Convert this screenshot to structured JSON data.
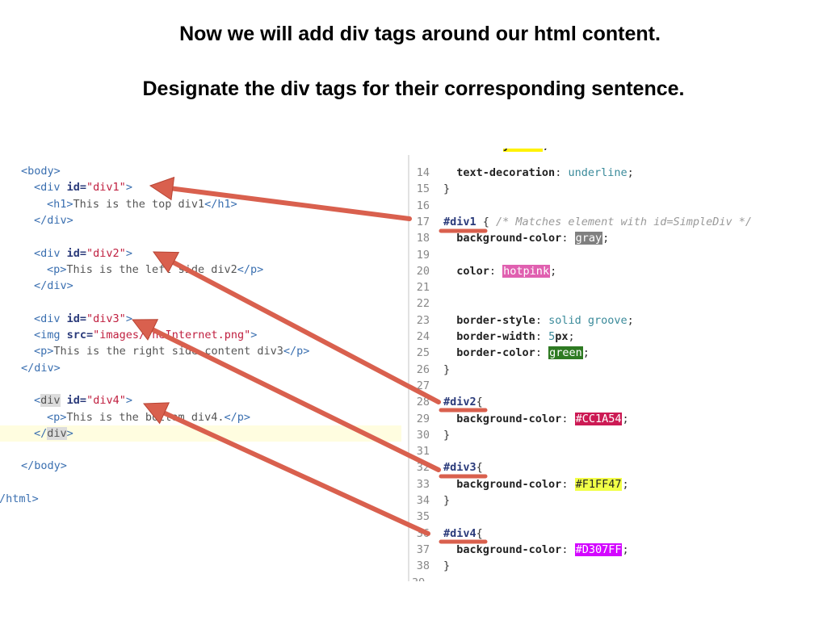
{
  "titles": {
    "line1": "Now we will add div tags around our html content.",
    "line2": "Designate the div tags for their corresponding sentence."
  },
  "left_code": [
    {
      "indent": 1,
      "parts": [
        [
          "tag",
          "<body>"
        ]
      ]
    },
    {
      "indent": 2,
      "parts": [
        [
          "tag",
          "<div "
        ],
        [
          "attr",
          "id="
        ],
        [
          "val",
          "\"div1\""
        ],
        [
          "tag",
          ">"
        ]
      ]
    },
    {
      "indent": 3,
      "parts": [
        [
          "tag",
          "<h1>"
        ],
        [
          "txt",
          "This is the top div1"
        ],
        [
          "tag",
          "</h1>"
        ]
      ]
    },
    {
      "indent": 2,
      "parts": [
        [
          "tag",
          "</div>"
        ]
      ]
    },
    {
      "indent": 0,
      "parts": []
    },
    {
      "indent": 2,
      "parts": [
        [
          "tag",
          "<div "
        ],
        [
          "attr",
          "id="
        ],
        [
          "val",
          "\"div2\""
        ],
        [
          "tag",
          ">"
        ]
      ]
    },
    {
      "indent": 3,
      "parts": [
        [
          "tag",
          "<p>"
        ],
        [
          "txt",
          "This is the left side div2"
        ],
        [
          "tag",
          "</p>"
        ]
      ]
    },
    {
      "indent": 2,
      "parts": [
        [
          "tag",
          "</div>"
        ]
      ]
    },
    {
      "indent": 0,
      "parts": []
    },
    {
      "indent": 2,
      "parts": [
        [
          "tag",
          "<div "
        ],
        [
          "attr",
          "id="
        ],
        [
          "val",
          "\"div3\""
        ],
        [
          "tag",
          ">"
        ]
      ]
    },
    {
      "indent": 2,
      "parts": [
        [
          "tag",
          "<img "
        ],
        [
          "attr",
          "src="
        ],
        [
          "val",
          "\"images/TheInternet.png\""
        ],
        [
          "tag",
          ">"
        ]
      ]
    },
    {
      "indent": 2,
      "parts": [
        [
          "tag",
          "<p>"
        ],
        [
          "txt",
          "This is the right side content div3"
        ],
        [
          "tag",
          "</p>"
        ]
      ]
    },
    {
      "indent": 1,
      "parts": [
        [
          "tag",
          "</div>"
        ]
      ]
    },
    {
      "indent": 0,
      "parts": []
    },
    {
      "indent": 2,
      "parts": [
        [
          "tag",
          "<"
        ],
        [
          "divhl",
          "div"
        ],
        [
          "tag",
          " "
        ],
        [
          "attr",
          "id="
        ],
        [
          "val",
          "\"div4\""
        ],
        [
          "tag",
          ">"
        ]
      ]
    },
    {
      "indent": 3,
      "parts": [
        [
          "tag",
          "<p>"
        ],
        [
          "txt",
          "This is the bottom div4."
        ],
        [
          "tag",
          "</p>"
        ]
      ]
    },
    {
      "indent": 2,
      "parts": [
        [
          "tag",
          "</"
        ],
        [
          "divhl",
          "div"
        ],
        [
          "tag",
          ">"
        ]
      ]
    },
    {
      "indent": 0,
      "parts": []
    },
    {
      "indent": 1,
      "parts": [
        [
          "tag",
          "</body>"
        ]
      ]
    },
    {
      "indent": 0,
      "parts": []
    },
    {
      "indent": 0,
      "parts": [
        [
          "tag",
          "/html>"
        ]
      ]
    }
  ],
  "right_code": [
    {
      "n": "14",
      "parts": [
        [
          "ind",
          "  "
        ],
        [
          "prop",
          "text-decoration"
        ],
        [
          "plain",
          ": "
        ],
        [
          "cval",
          "underline"
        ],
        [
          "plain",
          ";"
        ]
      ]
    },
    {
      "n": "15",
      "parts": [
        [
          "plain",
          "}"
        ]
      ]
    },
    {
      "n": "16",
      "parts": []
    },
    {
      "n": "17",
      "parts": [
        [
          "sel",
          "#div1"
        ],
        [
          "plain",
          " { "
        ],
        [
          "cmt",
          "/* Matches element with id=SimpleDiv */"
        ]
      ]
    },
    {
      "n": "18",
      "parts": [
        [
          "ind",
          "  "
        ],
        [
          "prop",
          "background-color"
        ],
        [
          "plain",
          ": "
        ],
        [
          "sw:#808080:#ffffff",
          "gray"
        ],
        [
          "plain",
          ";"
        ]
      ]
    },
    {
      "n": "19",
      "parts": []
    },
    {
      "n": "20",
      "parts": [
        [
          "ind",
          "  "
        ],
        [
          "prop",
          "color"
        ],
        [
          "plain",
          ": "
        ],
        [
          "sw:#e060b0:#ffffff",
          "hotpink"
        ],
        [
          "plain",
          ";"
        ]
      ]
    },
    {
      "n": "21",
      "parts": []
    },
    {
      "n": "22",
      "parts": []
    },
    {
      "n": "23",
      "parts": [
        [
          "ind",
          "  "
        ],
        [
          "prop",
          "border-style"
        ],
        [
          "plain",
          ": "
        ],
        [
          "cval",
          "solid groove"
        ],
        [
          "plain",
          ";"
        ]
      ]
    },
    {
      "n": "24",
      "parts": [
        [
          "ind",
          "  "
        ],
        [
          "prop",
          "border-width"
        ],
        [
          "plain",
          ": "
        ],
        [
          "num",
          "5"
        ],
        [
          "prop",
          "px"
        ],
        [
          "plain",
          ";"
        ]
      ]
    },
    {
      "n": "25",
      "parts": [
        [
          "ind",
          "  "
        ],
        [
          "prop",
          "border-color"
        ],
        [
          "plain",
          ": "
        ],
        [
          "sw:#2e7a22:#ffffff",
          "green"
        ],
        [
          "plain",
          ";"
        ]
      ]
    },
    {
      "n": "26",
      "parts": [
        [
          "plain",
          "}"
        ]
      ]
    },
    {
      "n": "27",
      "parts": []
    },
    {
      "n": "28",
      "parts": [
        [
          "sel",
          "#div2"
        ],
        [
          "plain",
          "{"
        ]
      ]
    },
    {
      "n": "29",
      "parts": [
        [
          "ind",
          "  "
        ],
        [
          "prop",
          "background-color"
        ],
        [
          "plain",
          ": "
        ],
        [
          "sw:#CC1A54:#ffffff",
          "#CC1A54"
        ],
        [
          "plain",
          ";"
        ]
      ]
    },
    {
      "n": "30",
      "parts": [
        [
          "plain",
          "}"
        ]
      ]
    },
    {
      "n": "31",
      "parts": []
    },
    {
      "n": "32",
      "parts": [
        [
          "sel",
          "#div3"
        ],
        [
          "plain",
          "{"
        ]
      ]
    },
    {
      "n": "33",
      "parts": [
        [
          "ind",
          "  "
        ],
        [
          "prop",
          "background-color"
        ],
        [
          "plain",
          ": "
        ],
        [
          "sw:#F1FF47:#222222",
          "#F1FF47"
        ],
        [
          "plain",
          ";"
        ]
      ]
    },
    {
      "n": "34",
      "parts": [
        [
          "plain",
          "}"
        ]
      ]
    },
    {
      "n": "35",
      "parts": []
    },
    {
      "n": "36",
      "parts": [
        [
          "sel",
          "#div4"
        ],
        [
          "plain",
          "{"
        ]
      ]
    },
    {
      "n": "37",
      "parts": [
        [
          "ind",
          "  "
        ],
        [
          "prop",
          "background-color"
        ],
        [
          "plain",
          ": "
        ],
        [
          "sw:#D307FF:#ffffff",
          "#D307FF"
        ],
        [
          "plain",
          ";"
        ]
      ]
    },
    {
      "n": "38",
      "parts": [
        [
          "plain",
          "}"
        ]
      ]
    }
  ],
  "colors": {
    "arrow": "#d9604e",
    "underline": "#d9604e"
  }
}
